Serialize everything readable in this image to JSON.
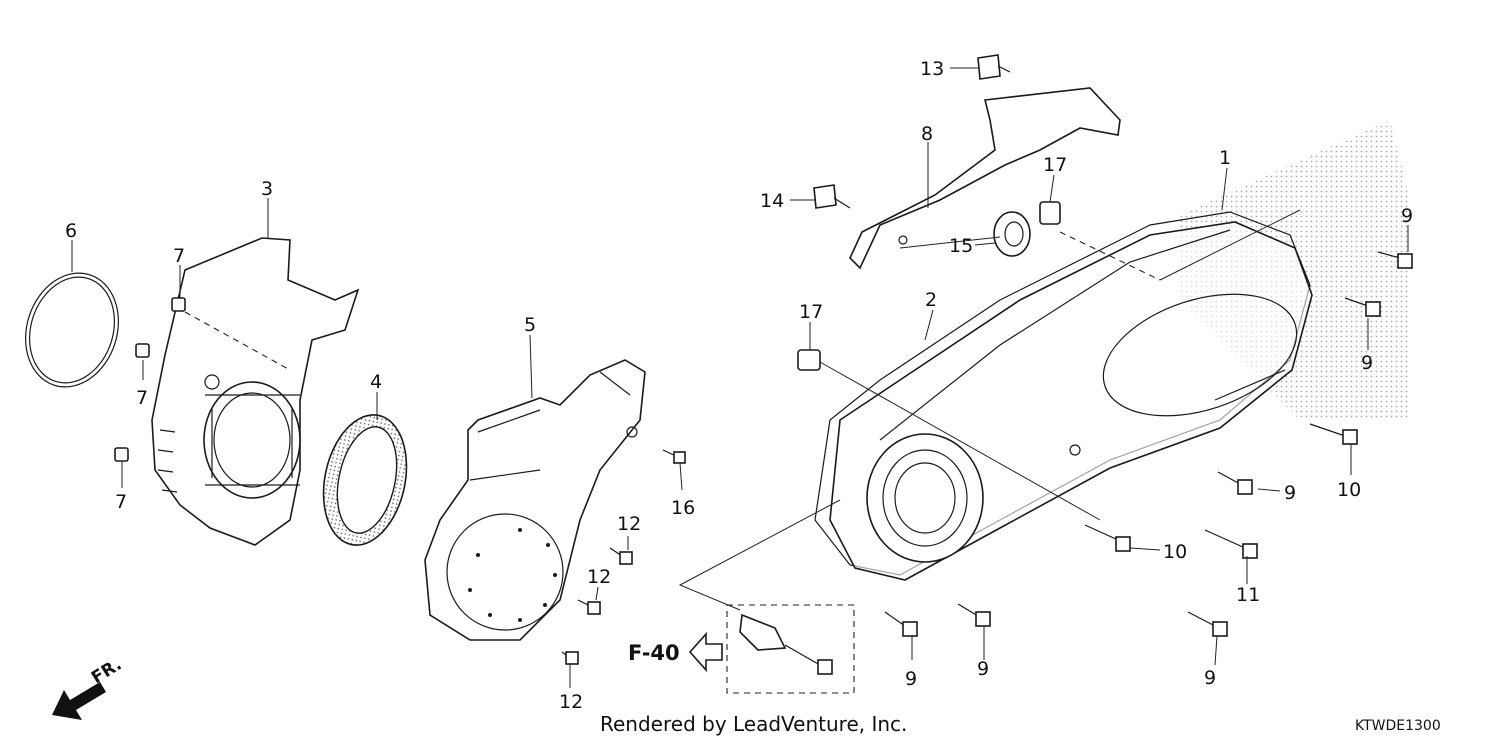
{
  "diagram": {
    "callouts": [
      "1",
      "2",
      "3",
      "4",
      "5",
      "6",
      "7",
      "7",
      "7",
      "8",
      "9",
      "9",
      "9",
      "9",
      "9",
      "9",
      "10",
      "10",
      "11",
      "12",
      "12",
      "12",
      "13",
      "14",
      "15",
      "16",
      "17",
      "17"
    ],
    "reference_label": "F-40",
    "direction_label": "FR.",
    "credit": "Rendered by LeadVenture, Inc.",
    "diagram_code": "KTWDE1300"
  }
}
